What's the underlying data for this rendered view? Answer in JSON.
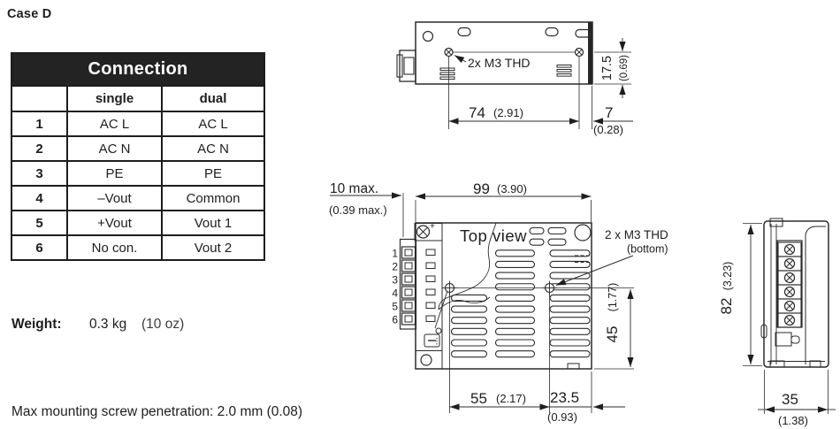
{
  "page": {
    "title": "Case D",
    "weight_label": "Weight:",
    "weight_value": "0.3 kg",
    "weight_alt": "(10 oz)",
    "note": "Max mounting screw penetration: 2.0 mm (0.08)"
  },
  "connection_table": {
    "title": "Connection",
    "col_single": "single",
    "col_dual": "dual",
    "rows": [
      {
        "pin": "1",
        "single": "AC L",
        "dual": "AC L"
      },
      {
        "pin": "2",
        "single": "AC N",
        "dual": "AC N"
      },
      {
        "pin": "3",
        "single": "PE",
        "dual": "PE"
      },
      {
        "pin": "4",
        "single": "–Vout",
        "dual": "Common"
      },
      {
        "pin": "5",
        "single": "+Vout",
        "dual": "Vout 1"
      },
      {
        "pin": "6",
        "single": "No con.",
        "dual": "Vout 2"
      }
    ]
  },
  "drawings": {
    "side_view": {
      "thread_label": "2x M3 THD",
      "dim_hole_spacing_mm": "74",
      "dim_hole_spacing_in": "(2.91)",
      "dim_hole_edge_mm": "7",
      "dim_hole_edge_in": "(0.28)",
      "dim_height_mm": "17.5",
      "dim_height_in": "(0.69)"
    },
    "top_view": {
      "label": "Top view",
      "dim_terminal_mm": "10 max.",
      "dim_terminal_in": "(0.39 max.)",
      "dim_length_mm": "99",
      "dim_length_in": "(3.90)",
      "thread_label": "2 x M3 THD",
      "thread_sub": "(bottom)",
      "dim_hole_spacing_mm": "55",
      "dim_hole_spacing_in": "(2.17)",
      "dim_hole_edge_mm": "23.5",
      "dim_hole_edge_in": "(0.93)",
      "dim_hole_depth_mm": "45",
      "dim_hole_depth_in": "(1.77)",
      "terminals": [
        "1",
        "2",
        "3",
        "4",
        "5",
        "6"
      ]
    },
    "end_view": {
      "dim_height_mm": "82",
      "dim_height_in": "(3.23)",
      "dim_width_mm": "35",
      "dim_width_in": "(1.38)"
    }
  },
  "colors": {
    "ink": "#1e1e1e",
    "table_header_bg": "#232323",
    "table_header_text": "#ffffff"
  }
}
